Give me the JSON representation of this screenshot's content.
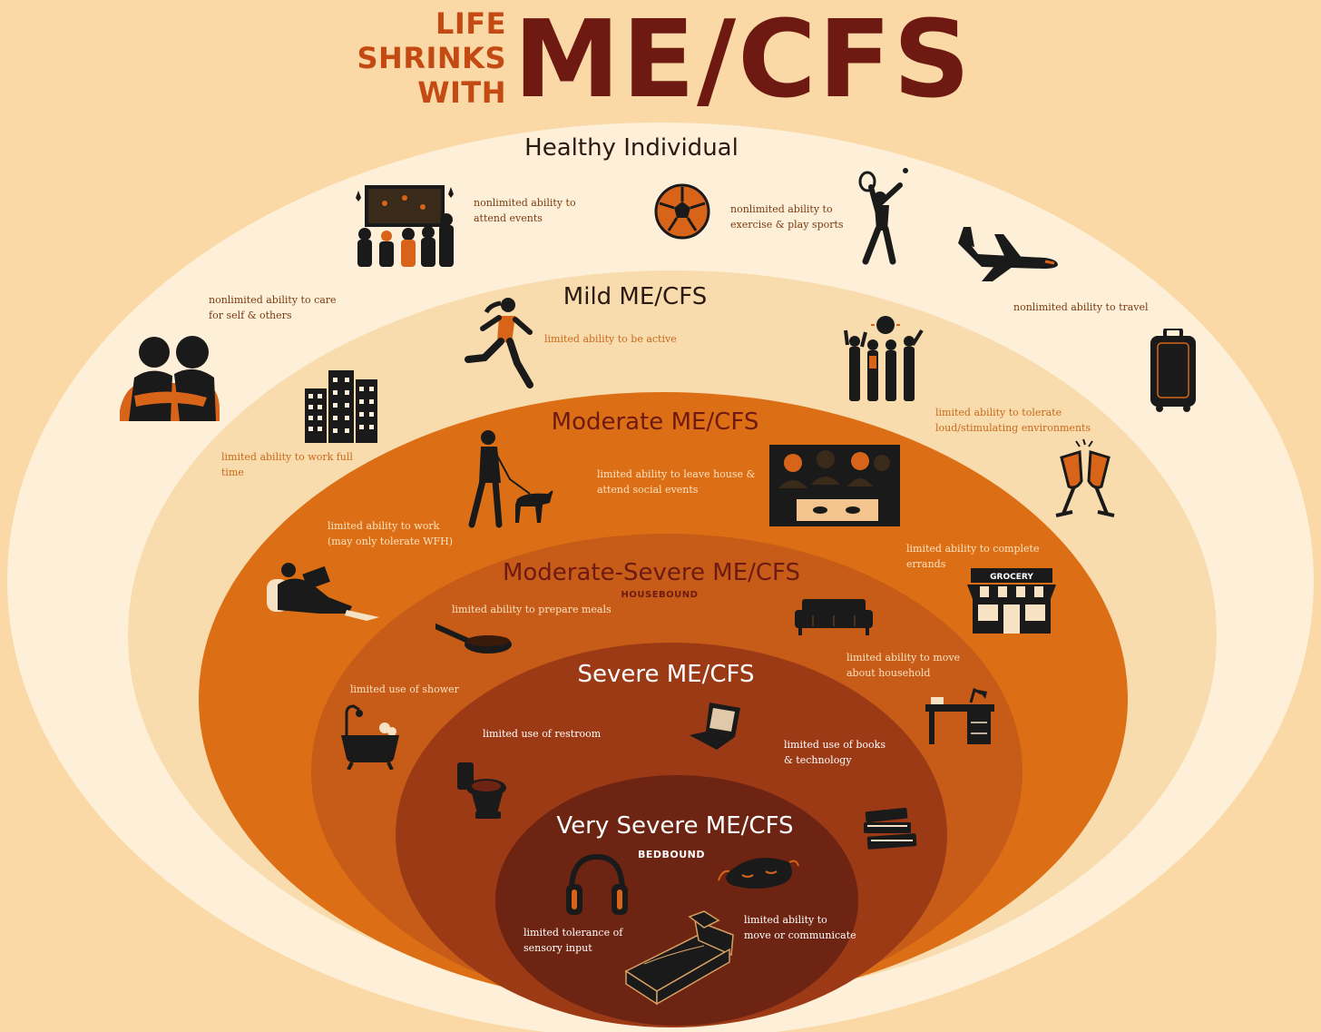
{
  "title": {
    "line1": "LIFE",
    "line2": "SHRINKS",
    "line3": "WITH",
    "main": "ME/CFS"
  },
  "levels": {
    "healthy": "Healthy Individual",
    "mild": "Mild ME/CFS",
    "moderate": "Moderate ME/CFS",
    "moderate_severe": "Moderate-Severe ME/CFS",
    "moderate_severe_sub": "HOUSEBOUND",
    "severe": "Severe ME/CFS",
    "very_severe": "Very Severe ME/CFS",
    "very_severe_sub": "BEDBOUND"
  },
  "notes": {
    "events": "nonlimited ability to\nattend events",
    "sports": "nonlimited ability to\nexercise & play sports",
    "care": "nonlimited ability to care\nfor self & others",
    "travel": "nonlimited ability to travel",
    "active": "limited ability to be active",
    "work_full": "limited ability to work full\ntime",
    "loud": "limited ability to tolerate\nloud/stimulating environments",
    "leave_house": "limited ability to leave house &\nattend social events",
    "work_wfh": "limited ability to work\n(may only tolerate WFH)",
    "errands": "limited ability to complete\nerrands",
    "meals": "limited ability to prepare meals",
    "move_household": "limited ability to move\nabout household",
    "shower": "limited use of shower",
    "restroom": "limited use of restroom",
    "books_tech": "limited use of books\n& technology",
    "move_communicate": "limited ability to\nmove or communicate",
    "sensory": "limited tolerance of\nsensory input"
  },
  "icons": {
    "grocery_sign": "GROCERY"
  },
  "colors": {
    "background": "#fbd9a6",
    "ring_healthy": "#fdefd8",
    "ring_mild": "#f9dcae",
    "ring_moderate": "#dc6f15",
    "ring_moderate_severe": "#c65c18",
    "ring_severe": "#9c3a16",
    "ring_very_severe": "#6e2412",
    "title_small": "#c34a12",
    "title_big": "#6e1a12",
    "icon": "#1a1a1a"
  }
}
